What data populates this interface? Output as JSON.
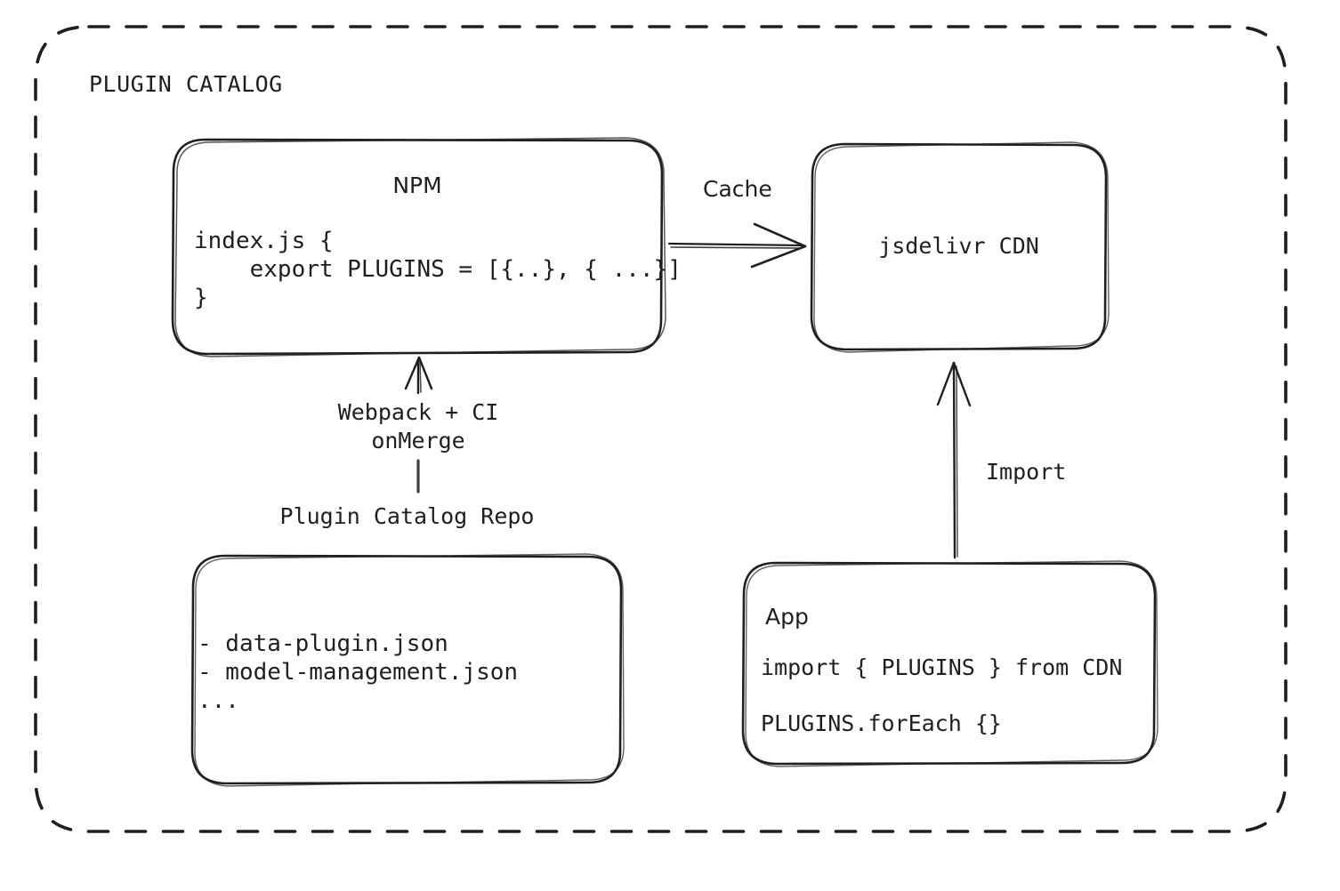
{
  "diagram": {
    "title": "PLUGIN CATALOG",
    "background_color": "#ffffff",
    "stroke_color": "#1f1f1f",
    "boundary_style": "dashed-rounded"
  },
  "nodes": {
    "npm": {
      "title": "NPM",
      "code": "index.js {\n    export PLUGINS = [{..}, { ...}]\n}",
      "style": "sketchy-rounded-rect"
    },
    "cdn": {
      "title": "jsdelivr CDN",
      "style": "sketchy-rounded-rect"
    },
    "repo": {
      "label": "Plugin Catalog Repo",
      "list": "- data-plugin.json\n- model-management.json\n...",
      "style": "sketchy-rounded-rect"
    },
    "app": {
      "title": "App",
      "line1": "import { PLUGINS } from CDN",
      "line2": "PLUGINS.forEach {}",
      "style": "sketchy-rounded-rect"
    }
  },
  "edges": {
    "cache": {
      "label": "Cache",
      "from": "npm",
      "to": "cdn",
      "direction": "right"
    },
    "build": {
      "label": "Webpack + CI\nonMerge",
      "from": "repo",
      "to": "npm",
      "direction": "up"
    },
    "import": {
      "label": "Import",
      "from": "app",
      "to": "cdn",
      "direction": "up"
    }
  }
}
